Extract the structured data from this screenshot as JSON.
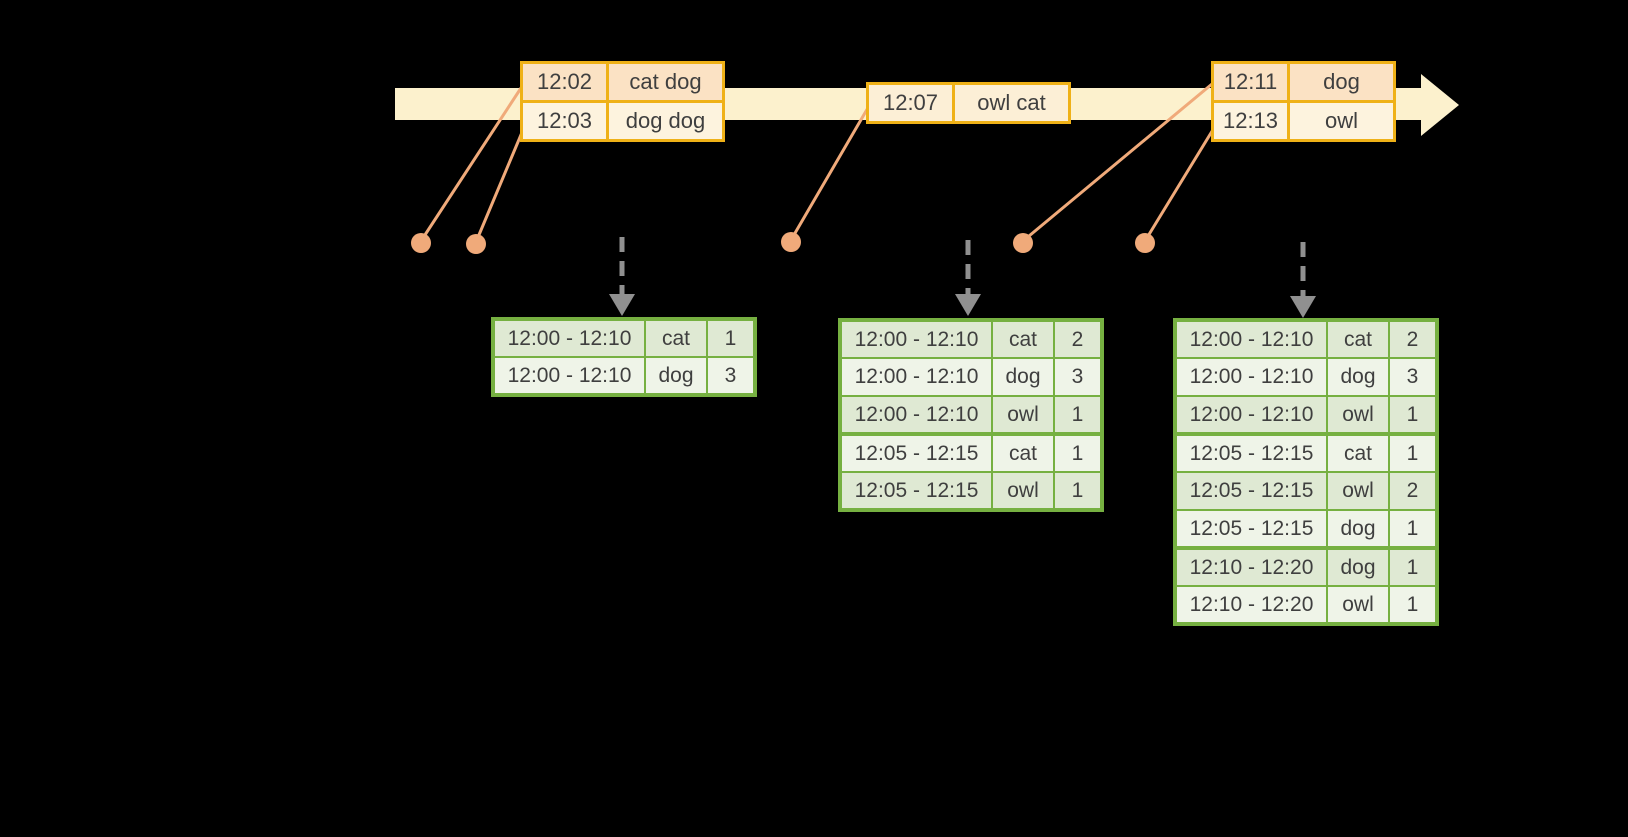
{
  "diagram": {
    "kind": "windowed-stream-aggregation",
    "colors": {
      "background": "#000000",
      "timeline_band": "#fcf1cd",
      "event_table_border": "#efb117",
      "event_row_dark": "#fbe2c4",
      "event_row_light": "#fdf3de",
      "event_point_orange": "#f0aa7a",
      "result_table_green": "#76b041",
      "result_row_dark": "#dfe9d3",
      "result_row_light": "#eff4e8",
      "text": "#3f3f3f",
      "trigger_arrow_gray": "#909090"
    },
    "icons": {
      "timeline_arrow_icon": "▶",
      "trigger_arrow_icon": "▼",
      "event_point_icon": "●"
    }
  },
  "event_tables": [
    {
      "rows": [
        {
          "time": "12:02",
          "words": "cat dog"
        },
        {
          "time": "12:03",
          "words": "dog dog"
        }
      ]
    },
    {
      "rows": [
        {
          "time": "12:07",
          "words": "owl cat"
        }
      ]
    },
    {
      "rows": [
        {
          "time": "12:11",
          "words": "dog"
        },
        {
          "time": "12:13",
          "words": "owl"
        }
      ]
    }
  ],
  "result_tables": [
    {
      "rows": [
        {
          "window": "12:00 - 12:10",
          "word": "cat",
          "count": "1"
        },
        {
          "window": "12:00 - 12:10",
          "word": "dog",
          "count": "3"
        }
      ]
    },
    {
      "rows": [
        {
          "window": "12:00 - 12:10",
          "word": "cat",
          "count": "2"
        },
        {
          "window": "12:00 - 12:10",
          "word": "dog",
          "count": "3"
        },
        {
          "window": "12:00 - 12:10",
          "word": "owl",
          "count": "1"
        },
        {
          "window": "12:05 - 12:15",
          "word": "cat",
          "count": "1"
        },
        {
          "window": "12:05 - 12:15",
          "word": "owl",
          "count": "1"
        }
      ]
    },
    {
      "rows": [
        {
          "window": "12:00 - 12:10",
          "word": "cat",
          "count": "2"
        },
        {
          "window": "12:00 - 12:10",
          "word": "dog",
          "count": "3"
        },
        {
          "window": "12:00 - 12:10",
          "word": "owl",
          "count": "1"
        },
        {
          "window": "12:05 - 12:15",
          "word": "cat",
          "count": "1"
        },
        {
          "window": "12:05 - 12:15",
          "word": "owl",
          "count": "2"
        },
        {
          "window": "12:05 - 12:15",
          "word": "dog",
          "count": "1"
        },
        {
          "window": "12:10 - 12:20",
          "word": "dog",
          "count": "1"
        },
        {
          "window": "12:10 - 12:20",
          "word": "owl",
          "count": "1"
        }
      ]
    }
  ]
}
